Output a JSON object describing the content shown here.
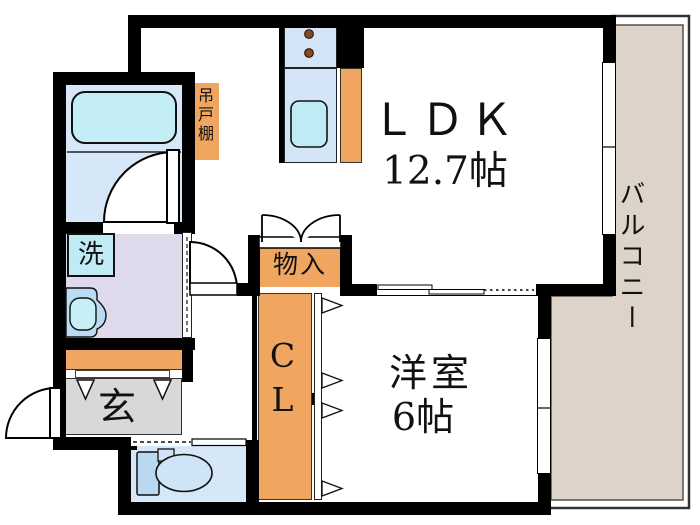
{
  "floorplan": {
    "rooms": {
      "ldk": {
        "name": "ＬＤＫ",
        "size": "12.7帖"
      },
      "western_room": {
        "name": "洋室",
        "size": "6帖"
      },
      "balcony": {
        "name": "バルコニー"
      },
      "closet": {
        "name": "CL"
      },
      "storage": {
        "name": "物入"
      },
      "hanging_cupboard": {
        "name": "吊戸棚"
      },
      "entrance": {
        "name": "玄"
      },
      "washer": {
        "name": "洗"
      }
    },
    "colors": {
      "wall": "#000000",
      "storage_orange": "#f0a661",
      "balcony_beige": "#ddd3c8",
      "water_area_blue": "#d6e8f8",
      "fixture_cyan": "#bfecf4",
      "lavatory_lavender": "#ded9eb",
      "entrance_gray": "#d8d8d8"
    }
  }
}
